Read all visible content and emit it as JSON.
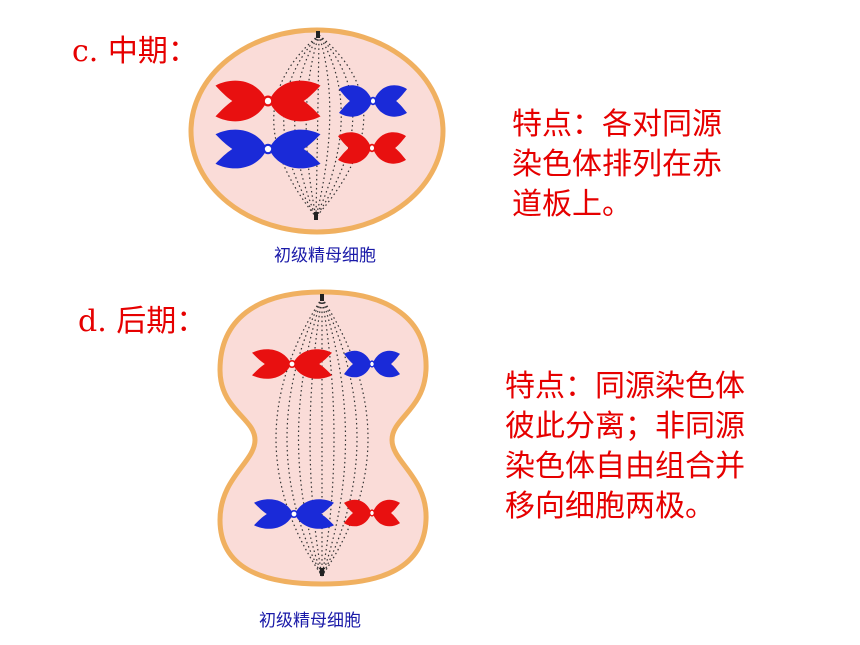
{
  "stage_c": {
    "label": "c. 中期：",
    "caption": "初级精母细胞",
    "feature_lines": [
      "特点：各对同源",
      "染色体排列在赤",
      "道板上。"
    ]
  },
  "stage_d": {
    "label": "d. 后期：",
    "caption": "初级精母细胞",
    "feature_lines": [
      "特点：同源染色体",
      "彼此分离；非同源",
      "染色体自由组合并",
      "移向细胞两极。"
    ]
  },
  "colors": {
    "text_red": "#e60000",
    "caption_blue": "#1a1aa8",
    "cell_fill": "#fadcd8",
    "cell_border": "#f0b060",
    "chromosome_red": "#e81010",
    "chromosome_blue": "#1a2ad8"
  }
}
